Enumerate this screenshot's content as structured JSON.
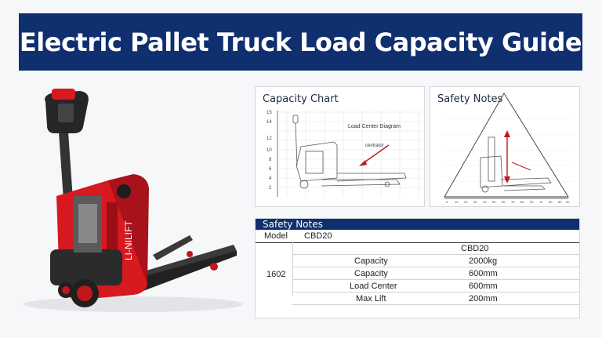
{
  "title": "Electric Pallet Truck Load Capacity Guide",
  "product": {
    "brand_text": "LI-NILIFT",
    "colors": {
      "body": "#d71920",
      "dark": "#2b2b2b",
      "forks": "#3a3a3a",
      "wheels": "#c0161c"
    }
  },
  "capacity_chart": {
    "title": "Capacity Chart",
    "y_ticks": [
      "15",
      "14",
      "12",
      "10",
      "8",
      "6",
      "4",
      "2"
    ],
    "diagram_label": "Load Center Diagram",
    "arrow_label": "centrator"
  },
  "safety_notes_panel": {
    "title": "Safety Notes",
    "x_ticks": [
      "0",
      "10",
      "20",
      "30",
      "40",
      "50",
      "60",
      "70",
      "80",
      "90",
      "10",
      "50",
      "80",
      "90"
    ]
  },
  "table": {
    "header": "Safety Notes",
    "model_label": "Model",
    "model_value": "CBD20",
    "sub_header": "CBD20",
    "row_group_label": "1602",
    "rows": [
      {
        "label": "Capacity",
        "value": "2000kg"
      },
      {
        "label": "Capacity",
        "value": "600mm"
      },
      {
        "label": "Load Center",
        "value": "600mm"
      },
      {
        "label": "Max Lift",
        "value": "200mm"
      }
    ]
  },
  "accent": "#0f2f6f"
}
